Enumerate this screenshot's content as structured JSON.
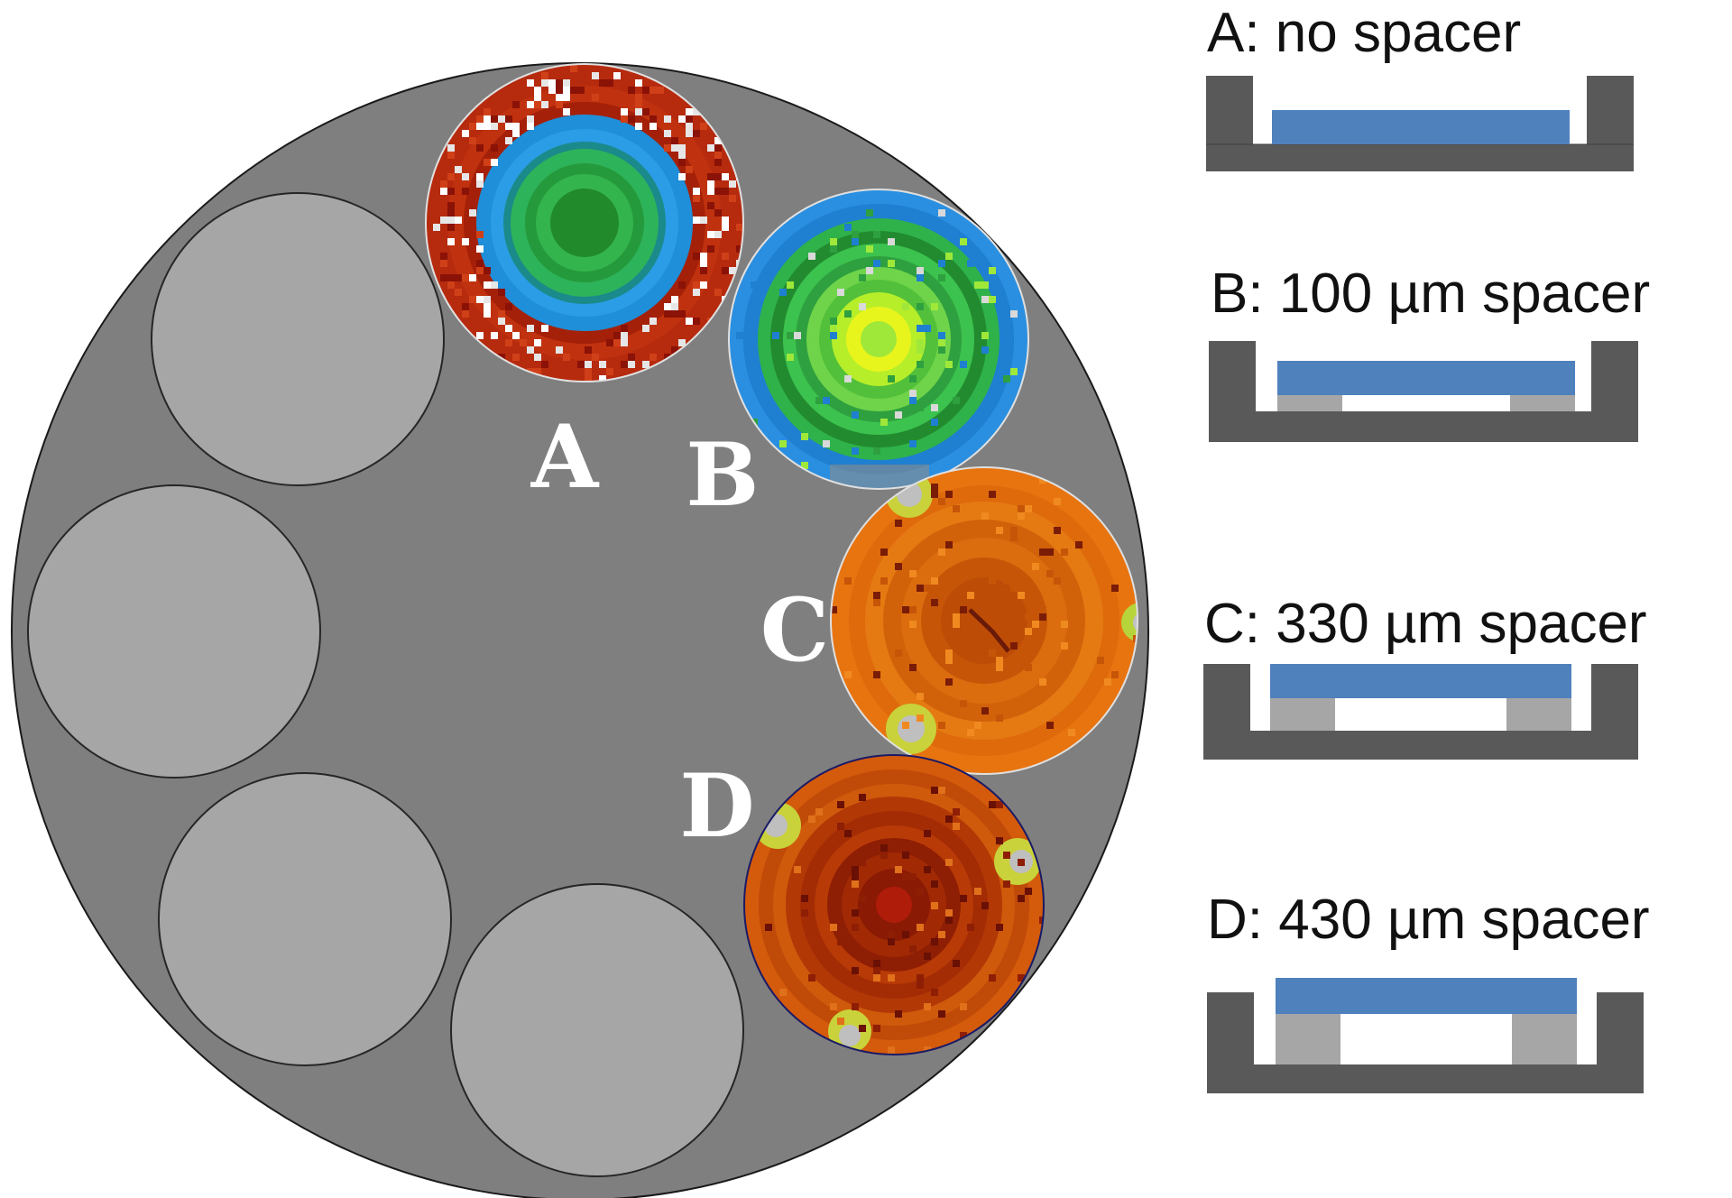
{
  "wafers": [
    {
      "id": "A",
      "label": "A",
      "caption": "A: no spacer"
    },
    {
      "id": "B",
      "label": "B",
      "caption": "B: 100 µm spacer"
    },
    {
      "id": "C",
      "label": "C",
      "caption": "C: 330 µm spacer"
    },
    {
      "id": "D",
      "label": "D",
      "caption": "D: 430 µm spacer"
    }
  ],
  "colors": {
    "holder": "#7f7f7f",
    "empty_slot": "#a6a6a6",
    "frame": "#595959",
    "spacer": "#a6a6a6",
    "substrate": "#4f81bd"
  }
}
